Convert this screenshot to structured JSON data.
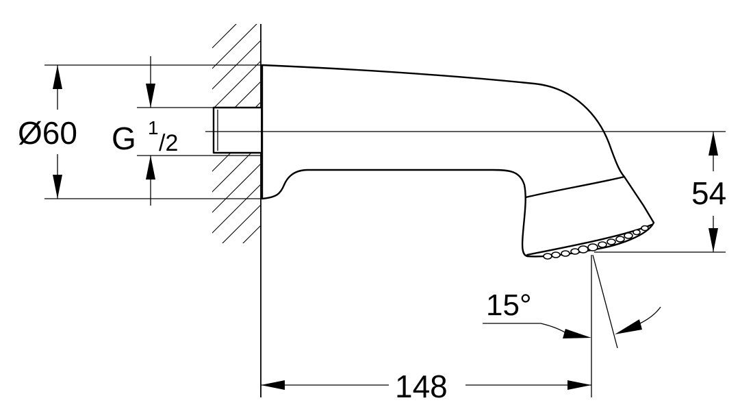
{
  "dimensions": {
    "diameter": "Ø60",
    "thread_main": "G",
    "thread_numerator": "1",
    "thread_denominator": "/2",
    "height": "54",
    "angle": "15°",
    "length": "148"
  }
}
